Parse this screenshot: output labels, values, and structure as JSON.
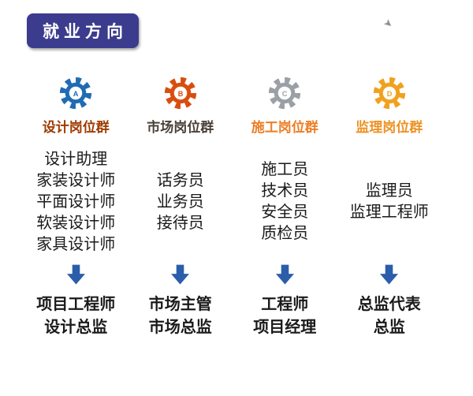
{
  "page": {
    "title": "就业方向"
  },
  "icons": {
    "corner_arrow": "➤"
  },
  "colors": {
    "badge_bg": "#3c3c8e",
    "badge_text": "#ffffff",
    "arrow": "#2b5dab"
  },
  "columns": [
    {
      "letter": "A",
      "gear_color": "#1f6cb4",
      "title": "设计岗位群",
      "title_color": "#9e3b00",
      "entry_roles": [
        "设计助理",
        "家装设计师",
        "平面设计师",
        "软装设计师",
        "家具设计师"
      ],
      "advanced_roles": [
        "项目工程师",
        "设计总监"
      ]
    },
    {
      "letter": "B",
      "gear_color": "#d84e0f",
      "title": "市场岗位群",
      "title_color": "#4a4038",
      "entry_roles": [
        "话务员",
        "业务员",
        "接待员"
      ],
      "advanced_roles": [
        "市场主管",
        "市场总监"
      ]
    },
    {
      "letter": "C",
      "gear_color": "#9aa0a6",
      "title": "施工岗位群",
      "title_color": "#ed7d23",
      "entry_roles": [
        "施工员",
        "技术员",
        "安全员",
        "质检员"
      ],
      "advanced_roles": [
        "工程师",
        "项目经理"
      ]
    },
    {
      "letter": "D",
      "gear_color": "#f0a11d",
      "title": "监理岗位群",
      "title_color": "#ed9123",
      "entry_roles": [
        "监理员",
        "监理工程师"
      ],
      "advanced_roles": [
        "总监代表",
        "总监"
      ]
    }
  ]
}
